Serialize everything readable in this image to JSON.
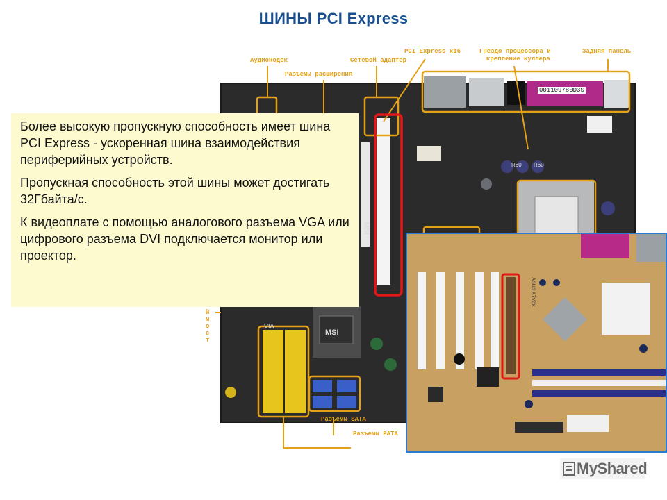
{
  "slide": {
    "title": "ШИНЫ PCI Express",
    "paragraphs": [
      "Более высокую пропускную способность имеет шина PCI Express - ускоренная шина взаимодействия периферийных устройств.",
      "Пропускная способность этой шины может достигать 32Гбайта/с.",
      "К видеоплате с помощью аналогового разъема VGA или цифрового разъема DVI подключается монитор или проектор."
    ]
  },
  "annotations": {
    "audio_codec": "Аудиокодек",
    "expansion_slots": "Разъемы расширения",
    "network_adapter": "Сетевой адаптер",
    "pcie_x16": "PCI Express x16",
    "cpu_socket": "Гнездо процессора и",
    "cpu_socket_2": "крепление куллера",
    "back_panel": "Задняя панель",
    "sata": "Разъемы SATA",
    "pata": "Разъемы PATA",
    "bridge_vertical": "й\nм\nо\nс\nт"
  },
  "board_text": {
    "serial": "001109780D3S",
    "msi_chip": "MSI",
    "msi_side": "MSI",
    "r60_a": "R60",
    "r60_b": "R60",
    "via": "VIA",
    "asus": "ASUS A7V8X"
  },
  "logo": {
    "text": "MyShared"
  },
  "colors": {
    "title": "#1a4f8f",
    "infobox_bg": "#fdfad0",
    "annotation": "#e4a117",
    "highlight_red": "#e01818",
    "board1_pcb": "#2b2b2b",
    "board2_pcb": "#c8a162"
  }
}
